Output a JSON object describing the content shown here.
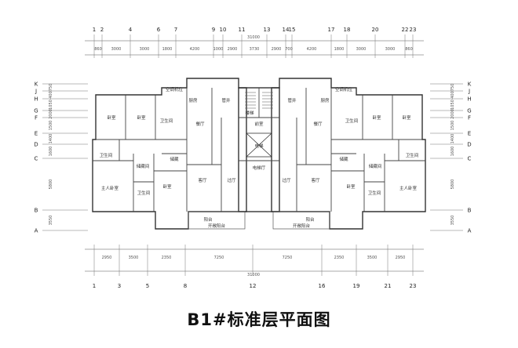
{
  "title": "B1#标准层平面图",
  "top_axes": [
    "1",
    "2",
    "4",
    "6",
    "7",
    "9",
    "10",
    "11",
    "13",
    "14",
    "15",
    "17",
    "18",
    "20",
    "22",
    "23"
  ],
  "top_dims": [
    "860",
    "3000",
    "3000",
    "1800",
    "4200",
    "1000",
    "2900",
    "3730",
    "2900",
    "700",
    "4200",
    "1800",
    "3000",
    "3000",
    "860"
  ],
  "top_total": "31000",
  "bottom_axes": [
    "1",
    "3",
    "5",
    "8",
    "12",
    "16",
    "19",
    "21",
    "23"
  ],
  "bottom_dims": [
    "2950",
    "3500",
    "2350",
    "7250",
    "7250",
    "2350",
    "3500",
    "2950"
  ],
  "bottom_total": "31000",
  "left_axes": [
    "K",
    "J",
    "H",
    "G",
    "F",
    "E",
    "D",
    "C",
    "B",
    "A"
  ],
  "right_axes": [
    "K",
    "J",
    "H",
    "G",
    "F",
    "E",
    "D",
    "C",
    "B",
    "A"
  ],
  "left_dims": [
    "750",
    "400",
    "1050",
    "2000",
    "1500",
    "1400",
    "1600",
    "5800",
    "3550"
  ],
  "right_dims": [
    "750",
    "400",
    "1050",
    "2000",
    "1500",
    "1400",
    "1600",
    "5800",
    "3550"
  ],
  "rooms_left": [
    {
      "key": "bedroom1",
      "text": "卧室"
    },
    {
      "key": "bedroom2",
      "text": "卧室"
    },
    {
      "key": "bath1",
      "text": "卫生间"
    },
    {
      "key": "kitchen",
      "text": "厨房"
    },
    {
      "key": "dining",
      "text": "餐厅"
    },
    {
      "key": "bath2",
      "text": "卫生间"
    },
    {
      "key": "storage",
      "text": "储藏间"
    },
    {
      "key": "master",
      "text": "主人卧室"
    },
    {
      "key": "bedroom3",
      "text": "卧室"
    },
    {
      "key": "bath3",
      "text": "卫生间"
    },
    {
      "key": "study",
      "text": "储藏"
    },
    {
      "key": "living",
      "text": "客厅"
    },
    {
      "key": "hall",
      "text": "过厅"
    },
    {
      "key": "balcony",
      "text": "阳台"
    },
    {
      "key": "shaft",
      "text": "管井"
    }
  ],
  "rooms_right": [
    {
      "key": "bedroom1",
      "text": "卧室"
    },
    {
      "key": "bedroom2",
      "text": "卧室"
    },
    {
      "key": "bath1",
      "text": "卫生间"
    },
    {
      "key": "kitchen",
      "text": "厨房"
    },
    {
      "key": "dining",
      "text": "餐厅"
    },
    {
      "key": "bath2",
      "text": "卫生间"
    },
    {
      "key": "storage",
      "text": "储藏间"
    },
    {
      "key": "master",
      "text": "主人卧室"
    },
    {
      "key": "bedroom3",
      "text": "卧室"
    },
    {
      "key": "bath3",
      "text": "卫生间"
    },
    {
      "key": "study",
      "text": "储藏"
    },
    {
      "key": "living",
      "text": "客厅"
    },
    {
      "key": "hall",
      "text": "过厅"
    },
    {
      "key": "balcony",
      "text": "阳台"
    },
    {
      "key": "shaft",
      "text": "管井"
    }
  ],
  "core": {
    "elevator_hall": "电梯厅",
    "front_room": "前室",
    "stair": "楼梯",
    "elevator": "电梯",
    "ac_left": "空调机位",
    "ac_right": "空调机位",
    "terrace_left": "开敞阳台",
    "terrace_right": "开敞阳台"
  }
}
